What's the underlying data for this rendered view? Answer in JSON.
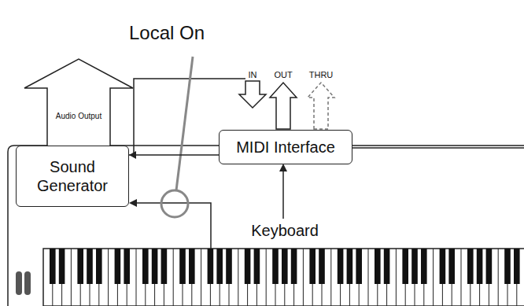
{
  "diagram": {
    "nodes": [
      {
        "text": [
          "Audio Output"
        ]
      },
      {
        "text": [
          "Sound Generator"
        ]
      },
      {
        "text": [
          "MIDI Interface"
        ]
      }
    ],
    "edges": [
      {
        "from": 2,
        "to": 1,
        "arrow": "to"
      }
    ],
    "labels": [
      "Local On",
      "IN",
      "OUT",
      "THRU",
      "Keyboard"
    ]
  }
}
